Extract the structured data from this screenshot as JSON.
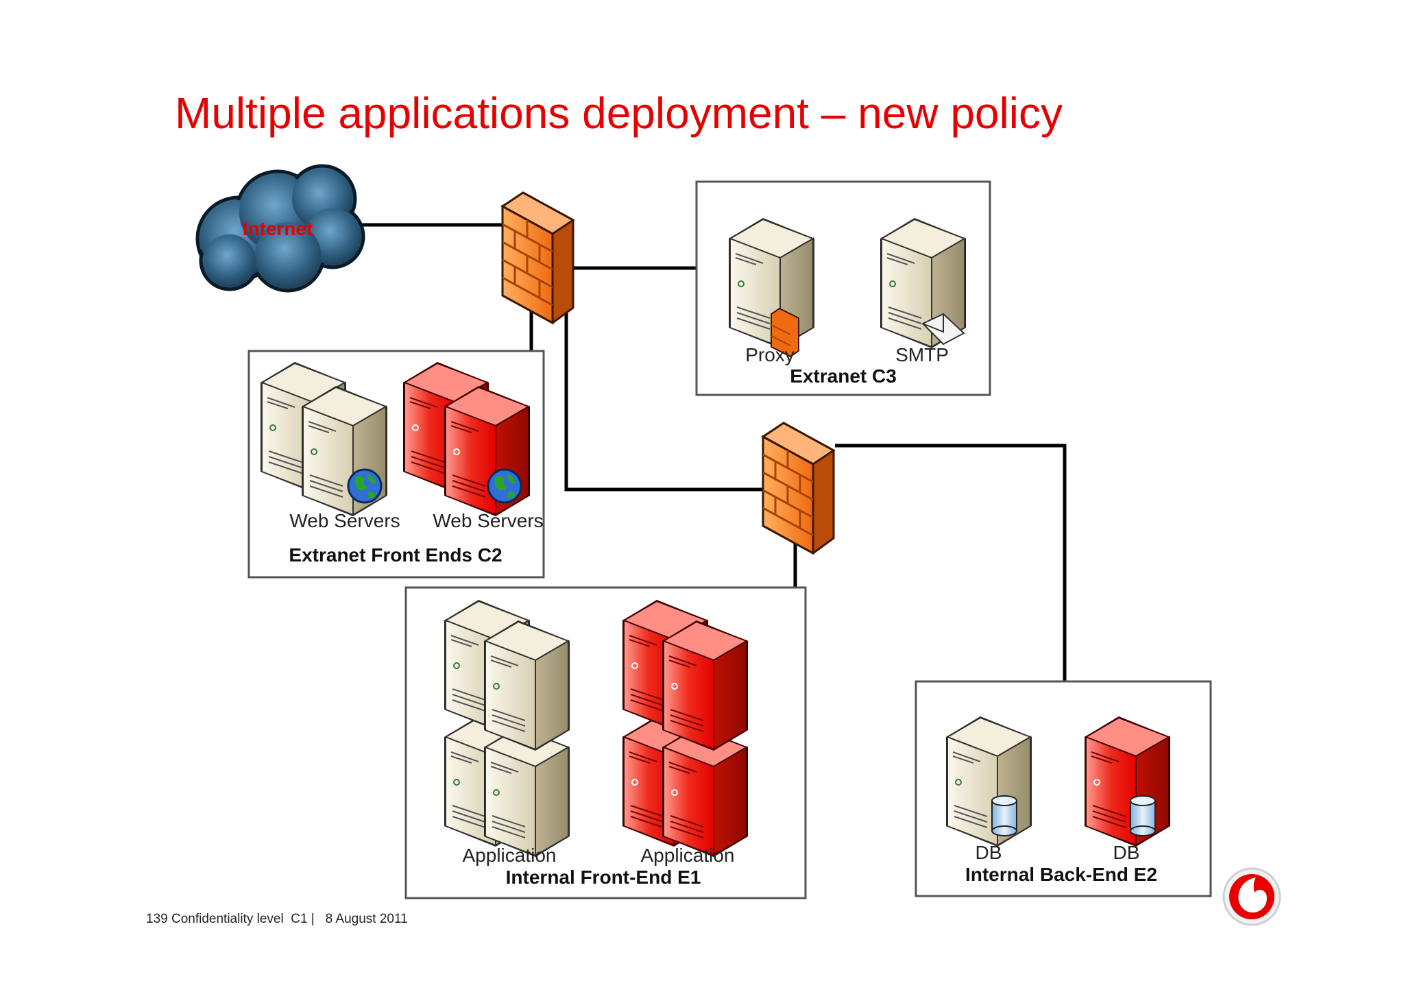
{
  "title": "Multiple applications deployment – new policy",
  "cloud": {
    "label": "Internet"
  },
  "zones": {
    "c3": {
      "title": "Extranet C3",
      "servers": [
        "Proxy",
        "SMTP"
      ]
    },
    "c2": {
      "title": "Extranet Front Ends C2",
      "servers": [
        "Web Servers",
        "Web Servers"
      ]
    },
    "e1": {
      "title": "Internal Front-End E1",
      "servers": [
        "Application",
        "Application"
      ]
    },
    "e2": {
      "title": "Internal Back-End E2",
      "servers": [
        "DB",
        "DB"
      ]
    }
  },
  "footer": {
    "page": "139",
    "confidentiality": "Confidentiality level  C1 |",
    "date": "8 August 2011"
  },
  "colors": {
    "accent": "#e60000",
    "firewall": "#f5872a",
    "cloud": "#2f5f80"
  }
}
